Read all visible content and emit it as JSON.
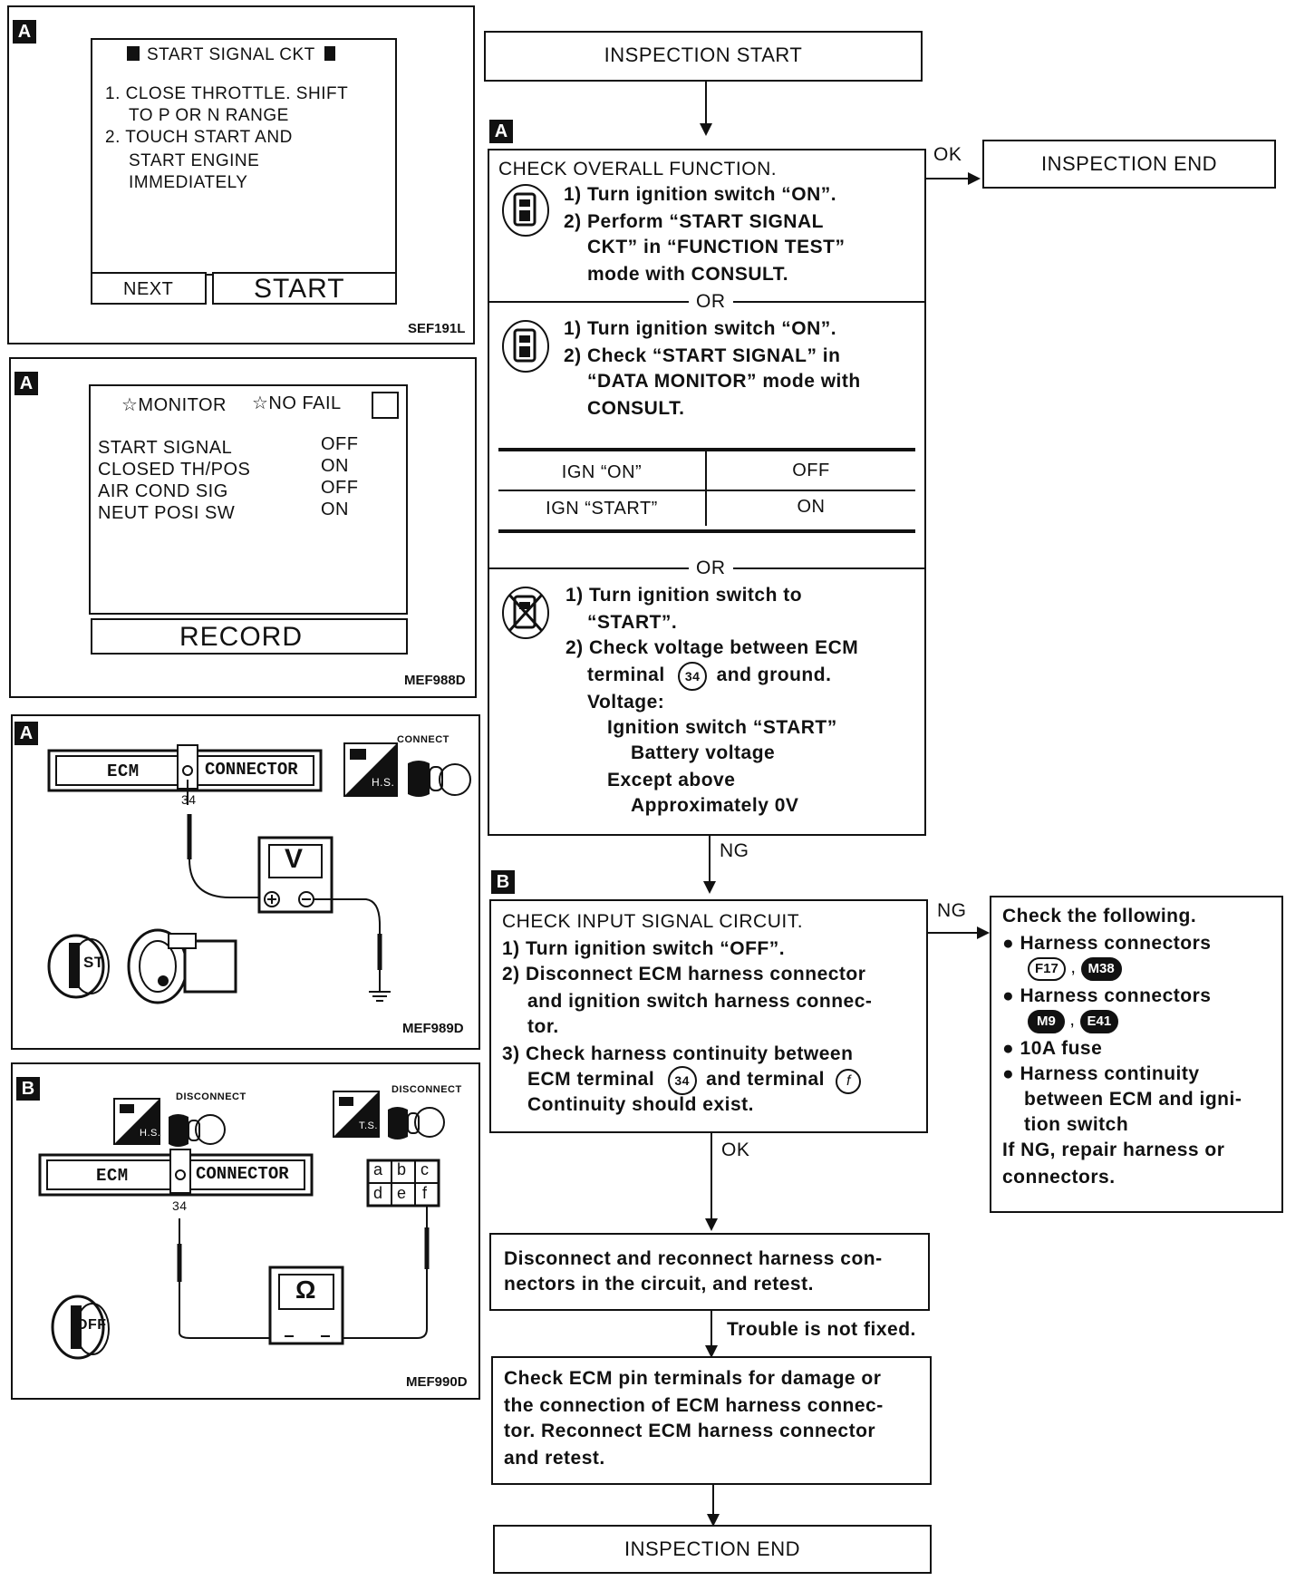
{
  "panels": {
    "p1": {
      "letter": "A",
      "title": "START SIGNAL CKT",
      "line1": "1.  CLOSE THROTTLE. SHIFT",
      "line2": "TO P OR N RANGE",
      "line3": "2.  TOUCH START AND",
      "line4": "START ENGINE",
      "line5": "IMMEDIATELY",
      "next_label": "NEXT",
      "start_label": "START",
      "code": "SEF191L"
    },
    "p2": {
      "letter": "A",
      "monitor": "☆MONITOR",
      "nofail": "☆NO FAIL",
      "rows": [
        {
          "name": "START SIGNAL",
          "value": "OFF"
        },
        {
          "name": "CLOSED TH/POS",
          "value": "ON"
        },
        {
          "name": "AIR COND SIG",
          "value": "OFF"
        },
        {
          "name": "NEUT POSI SW",
          "value": "ON"
        }
      ],
      "record_label": "RECORD",
      "code": "MEF988D"
    },
    "p3": {
      "letter": "A",
      "ecm": "ECM",
      "connector": "CONNECTOR",
      "pin": "34",
      "connect": "CONNECT",
      "hs": "H.S.",
      "meter": "V",
      "key": "ST",
      "code": "MEF989D"
    },
    "p4": {
      "letter": "B",
      "ecm": "ECM",
      "connector": "CONNECTOR",
      "pin": "34",
      "disconnect": "DISCONNECT",
      "hs": "H.S.",
      "ts": "T.S.",
      "meter": "Ω",
      "key": "OFF",
      "terminals": [
        "a",
        "b",
        "c",
        "d",
        "e",
        "f"
      ],
      "code": "MEF990D"
    }
  },
  "flow": {
    "start": "INSPECTION START",
    "end_top": "INSPECTION END",
    "ok1": "OK",
    "stepA": {
      "letter": "A",
      "title": "CHECK OVERALL FUNCTION.",
      "a1": "1) Turn ignition switch “ON”.",
      "a2": "2) Perform “START SIGNAL",
      "a3": "CKT” in “FUNCTION TEST”",
      "a4": "mode with CONSULT.",
      "or": "OR",
      "b1": "1) Turn ignition switch “ON”.",
      "b2": "2) Check “START SIGNAL” in",
      "b3": "“DATA MONITOR” mode with",
      "b4": "CONSULT.",
      "table": [
        {
          "cond": "IGN “ON”",
          "val": "OFF"
        },
        {
          "cond": "IGN “START”",
          "val": "ON"
        }
      ],
      "c1": "1) Turn ignition switch to",
      "c2": "“START”.",
      "c3": "2) Check voltage between ECM",
      "c4a": "terminal",
      "c4pin": "34",
      "c4b": "and ground.",
      "c5": "Voltage:",
      "c6": "Ignition switch “START”",
      "c7": "Battery voltage",
      "c8": "Except above",
      "c9": "Approximately 0V"
    },
    "ng1": "NG",
    "stepB": {
      "letter": "B",
      "title": "CHECK INPUT SIGNAL CIRCUIT.",
      "l1": "1) Turn ignition switch “OFF”.",
      "l2": "2) Disconnect ECM harness connector",
      "l3": "and ignition switch harness connec-",
      "l4": "tor.",
      "l5": "3) Check harness continuity between",
      "l6a": "ECM terminal",
      "l6pin": "34",
      "l6b": "and terminal",
      "l6t": "f",
      "l7": "Continuity should exist."
    },
    "ng2": "NG",
    "check": {
      "title": "Check the following.",
      "h1": "● Harness connectors",
      "c1": "F17",
      "c2": "M38",
      "h2": "● Harness connectors",
      "c3": "M9",
      "c4": "E41",
      "h3": "● 10A fuse",
      "h4": "● Harness continuity",
      "h5": "between ECM and igni-",
      "h6": "tion switch",
      "h7": "If NG, repair harness or",
      "h8": "connectors."
    },
    "ok2": "OK",
    "reconnect1": "Disconnect and reconnect harness con-",
    "reconnect2": "nectors in the circuit, and retest.",
    "trouble": "Trouble is not fixed.",
    "ecmcheck1": "Check ECM pin terminals for damage or",
    "ecmcheck2": "the connection of ECM harness connec-",
    "ecmcheck3": "tor. Reconnect ECM harness connector",
    "ecmcheck4": "and retest.",
    "end_bottom": "INSPECTION END"
  }
}
